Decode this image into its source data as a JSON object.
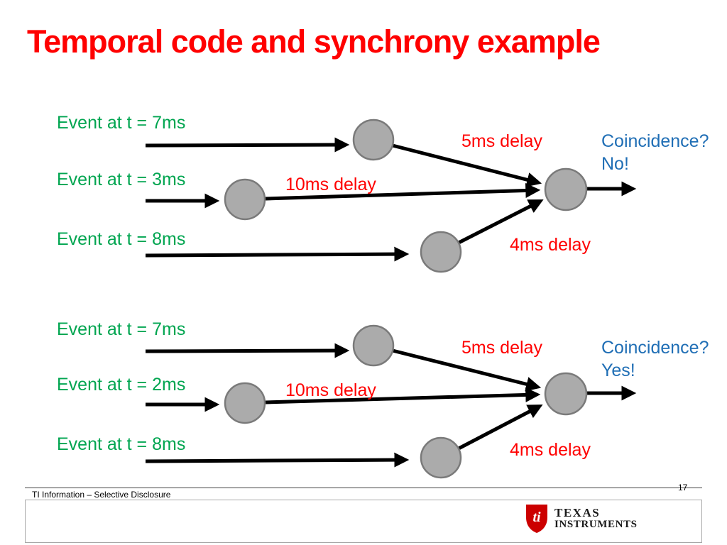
{
  "slide": {
    "title": "Temporal code and synchrony example"
  },
  "colors": {
    "title_red": "#ff0000",
    "event_green": "#00a550",
    "delay_red": "#ff0000",
    "coincidence_blue": "#1f6eb5",
    "node_fill": "#ababab",
    "node_stroke": "#7a7a7a",
    "arrow_black": "#000000"
  },
  "diagrams": [
    {
      "events": [
        "Event at t = 7ms",
        "Event at t = 3ms",
        "Event at t = 8ms"
      ],
      "delay_top": "5ms delay",
      "delay_middle": "10ms delay",
      "delay_bottom": "4ms delay",
      "coincidence_question": "Coincidence?",
      "coincidence_answer": "No!"
    },
    {
      "events": [
        "Event at t = 7ms",
        "Event at t = 2ms",
        "Event at t = 8ms"
      ],
      "delay_top": "5ms delay",
      "delay_middle": "10ms delay",
      "delay_bottom": "4ms delay",
      "coincidence_question": "Coincidence?",
      "coincidence_answer": "Yes!"
    }
  ],
  "footer": {
    "disclosure": "TI Information – Selective Disclosure",
    "page_number": "17"
  },
  "logo": {
    "symbol": "ti",
    "line1": "TEXAS",
    "line2": "INSTRUMENTS"
  }
}
